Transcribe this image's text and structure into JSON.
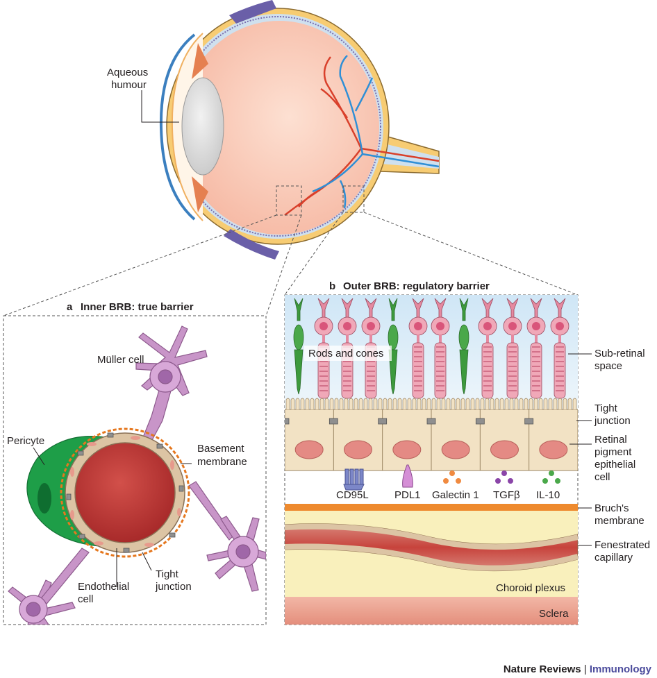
{
  "eye": {
    "aqueous_humour_line1": "Aqueous",
    "aqueous_humour_line2": "humour"
  },
  "panel_a": {
    "letter": "a",
    "title": "Inner BRB: true barrier",
    "muller_cell": "Müller cell",
    "pericyte": "Pericyte",
    "basement_membrane_line1": "Basement",
    "basement_membrane_line2": "membrane",
    "endothelial_line1": "Endothelial",
    "endothelial_line2": "cell",
    "tight_junction_line1": "Tight",
    "tight_junction_line2": "junction"
  },
  "panel_b": {
    "letter": "b",
    "title": "Outer BRB: regulatory barrier",
    "rods_and_cones": "Rods and cones",
    "sub_retinal_line1": "Sub-retinal",
    "sub_retinal_line2": "space",
    "tight_junction_line1": "Tight",
    "tight_junction_line2": "junction",
    "rpe_line1": "Retinal",
    "rpe_line2": "pigment",
    "rpe_line3": "epithelial",
    "rpe_line4": "cell",
    "molecules": [
      "CD95L",
      "PDL1",
      "Galectin 1",
      "TGFβ",
      "IL-10"
    ],
    "bruchs_line1": "Bruch's",
    "bruchs_line2": "membrane",
    "fenestrated_line1": "Fenestrated",
    "fenestrated_line2": "capillary",
    "choroid_plexus": "Choroid plexus",
    "sclera": "Sclera"
  },
  "footer": {
    "journal": "Nature Reviews",
    "separator": "|",
    "section": "Immunology"
  },
  "colors": {
    "vessel_red": "#d9402b",
    "vessel_blue": "#2f8fd6",
    "muller_purple": "#c895c8",
    "pericyte_green": "#1e9e48",
    "bruchs_orange": "#ee8a2e",
    "basement_dash": "#e5771e",
    "journal_purple": "#4b4b9c"
  }
}
